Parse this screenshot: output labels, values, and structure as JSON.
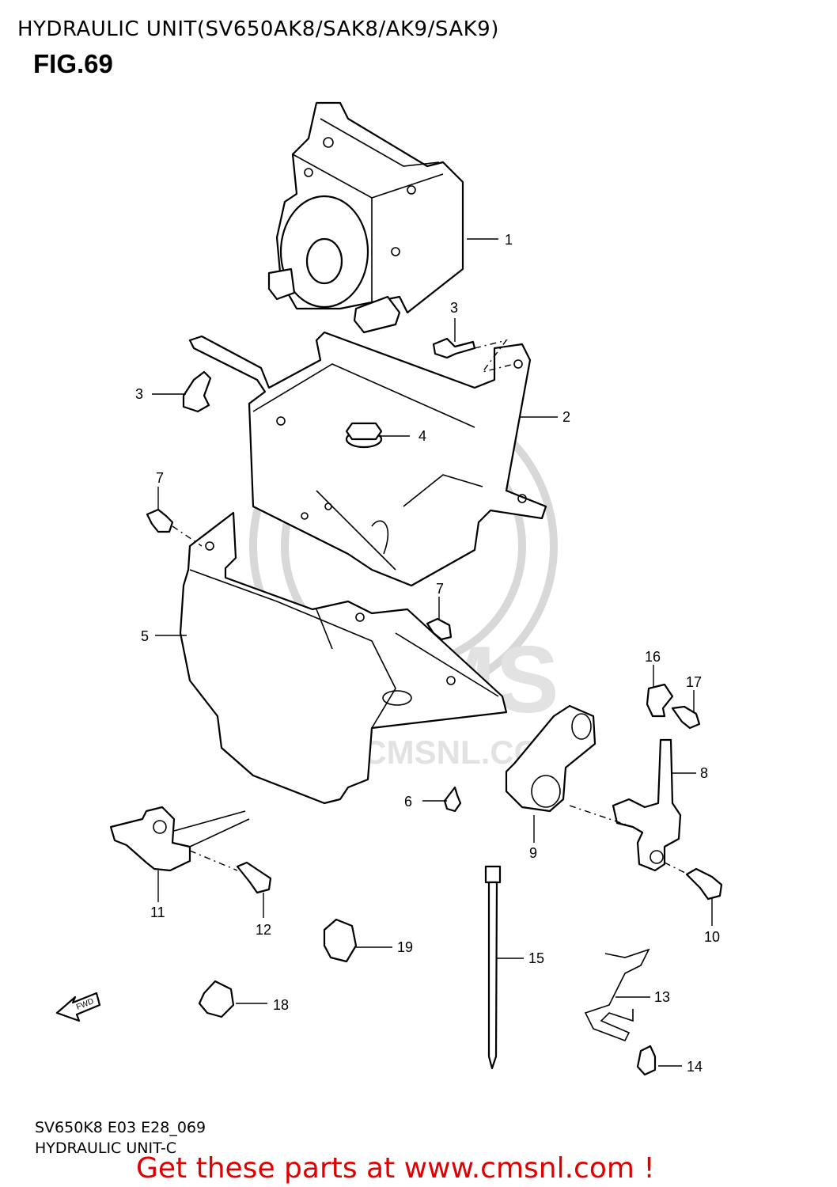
{
  "header": {
    "title": "HYDRAULIC UNIT(SV650AK8/SAK8/AK9/SAK9)",
    "fig": "FIG.69"
  },
  "footer": {
    "code": "SV650K8 E03 E28_069",
    "name": "HYDRAULIC UNIT-C",
    "cta": "Get these parts at www.cmsnl.com !"
  },
  "watermark": {
    "brand": "CMS",
    "url": "WWW.CMSNL.COM"
  },
  "fwd_label": "FWD",
  "callouts": {
    "p1": "1",
    "p2": "2",
    "p3a": "3",
    "p3b": "3",
    "p4": "4",
    "p5": "5",
    "p6": "6",
    "p7a": "7",
    "p7b": "7",
    "p8": "8",
    "p9": "9",
    "p10": "10",
    "p11": "11",
    "p12": "12",
    "p13": "13",
    "p14": "14",
    "p15": "15",
    "p16": "16",
    "p17": "17",
    "p18": "18",
    "p19": "19"
  }
}
